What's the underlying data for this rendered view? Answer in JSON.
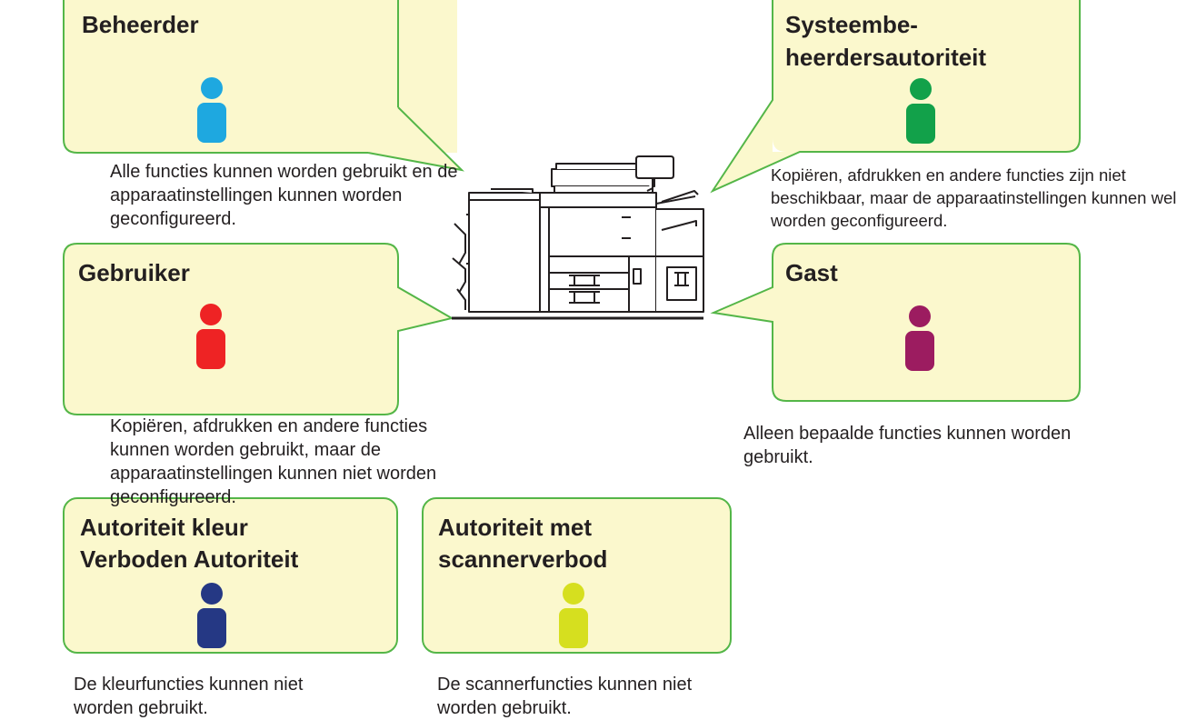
{
  "roles": [
    {
      "id": "beheerder",
      "title": "Beheerder",
      "description": "Alle functies kunnen worden gebruikt en de apparaatinstellingen kunnen worden geconfigureerd.",
      "person_color": "#1ea8e0"
    },
    {
      "id": "systeembeheerder",
      "title": "Systeembe-heerdersautoriteit",
      "title_lines": [
        "Systeembe-",
        "heerdersautoriteit"
      ],
      "description": "Kopiëren, afdrukken en andere functies zijn niet beschikbaar, maar de apparaatinstellingen kunnen wel worden geconfigureerd.",
      "person_color": "#12a14a"
    },
    {
      "id": "gebruiker",
      "title": "Gebruiker",
      "description": "Kopiëren, afdrukken en andere functies kunnen worden gebruikt, maar de apparaatinstellingen kunnen niet worden geconfigureerd.",
      "person_color": "#ee2324"
    },
    {
      "id": "gast",
      "title": "Gast",
      "description": "Alleen bepaalde functies kunnen worden gebruikt.",
      "person_color": "#9c1c60"
    },
    {
      "id": "kleur-verboden",
      "title": "Autoriteit kleur Verboden Autoriteit",
      "title_lines": [
        "Autoriteit kleur",
        "Verboden Autoriteit"
      ],
      "description": "De kleurfuncties kunnen niet worden gebruikt.",
      "person_color": "#253884"
    },
    {
      "id": "scannerverbod",
      "title": "Autoriteit met scannerverbod",
      "title_lines": [
        "Autoriteit met",
        "scannerverbod"
      ],
      "description": "De scannerfuncties kunnen niet worden gebruikt.",
      "person_color": "#d6df1f"
    }
  ],
  "device": {
    "icon": "multifunction-printer-icon"
  },
  "colors": {
    "bubble_fill": "#fbf8cd",
    "bubble_border": "#54b648",
    "text": "#231f20"
  }
}
